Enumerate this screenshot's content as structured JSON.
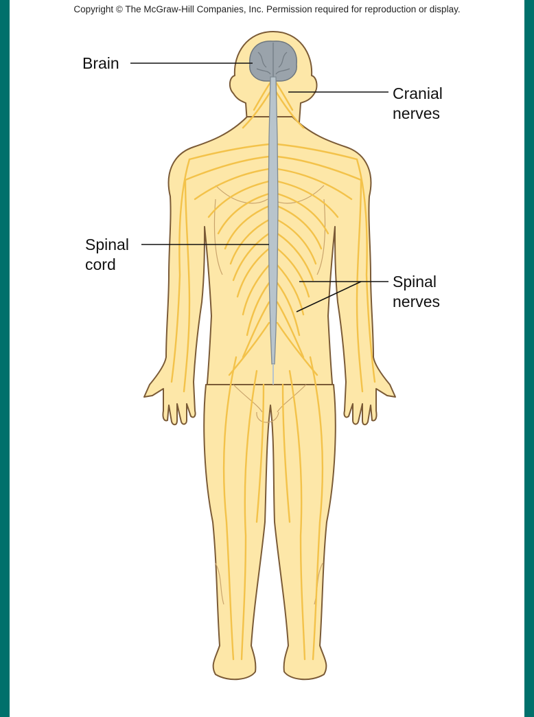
{
  "copyright": "Copyright © The McGraw-Hill Companies, Inc. Permission required for reproduction or display.",
  "labels": {
    "brain": "Brain",
    "cranial_nerves": [
      "Cranial",
      "nerves"
    ],
    "spinal_cord": [
      "Spinal",
      "cord"
    ],
    "spinal_nerves": [
      "Spinal",
      "nerves"
    ]
  },
  "colors": {
    "background": "#00706b",
    "body_fill": "#fde7a8",
    "nerve": "#f3c24a",
    "outline": "#7a5a36",
    "brain": "#9aa3ab",
    "spinal_cord": "#b8c4cc"
  }
}
